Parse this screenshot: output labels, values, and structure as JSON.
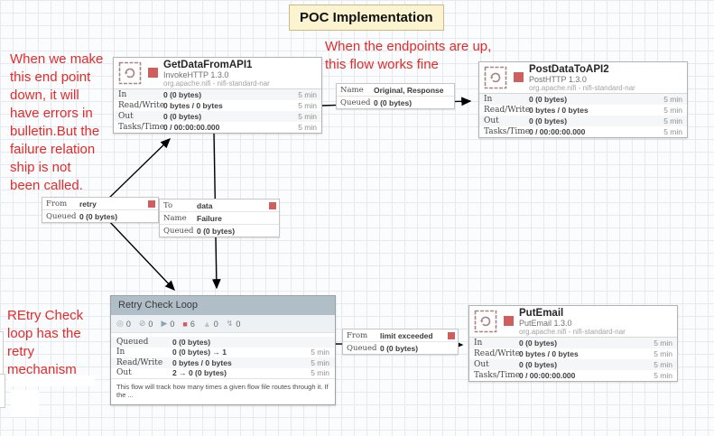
{
  "title_label": {
    "text": "POC Implementation"
  },
  "annotations": [
    {
      "text": "When we make\nthis end point\ndown, it will\nhave errors in\nbulletin.But the\nfailure relation\nship is not\nbeen called."
    },
    {
      "text": "When the endpoints are up,\nthis flow works fine"
    },
    {
      "text": "REtry Check\nloop has the\nretry\nmechanism"
    }
  ],
  "stats_labels": {
    "in": "In",
    "read_write": "Read/Write",
    "out": "Out",
    "tasks_time": "Tasks/Time",
    "queued": "Queued",
    "window": "5 min"
  },
  "processors": [
    {
      "name": "GetDataFromAPI1",
      "type": "InvokeHTTP 1.3.0",
      "bundle": "org.apache.nifi - nifi-standard-nar",
      "stats": {
        "in": "0 (0 bytes)",
        "read_write": "0 bytes / 0 bytes",
        "out": "0 (0 bytes)",
        "tasks_time": "0 / 00:00:00.000"
      }
    },
    {
      "name": "PostDataToAPI2",
      "type": "PostHTTP 1.3.0",
      "bundle": "org.apache.nifi - nifi-standard-nar",
      "stats": {
        "in": "0 (0 bytes)",
        "read_write": "0 bytes / 0 bytes",
        "out": "0 (0 bytes)",
        "tasks_time": "0 / 00:00:00.000"
      }
    },
    {
      "name": "PutEmail",
      "type": "PutEmail 1.3.0",
      "bundle": "org.apache.nifi - nifi-standard-nar",
      "stats": {
        "in": "0 (0 bytes)",
        "read_write": "0 bytes / 0 bytes",
        "out": "0 (0 bytes)",
        "tasks_time": "0 / 00:00:00.000"
      }
    }
  ],
  "process_group": {
    "name": "Retry Check Loop",
    "counters": [
      {
        "name": "transmitting-icon",
        "glyph": "◎",
        "value": "0"
      },
      {
        "name": "not-transmitting-icon",
        "glyph": "⊘",
        "value": "0"
      },
      {
        "name": "running-icon",
        "glyph": "▶",
        "value": "0"
      },
      {
        "name": "stopped-icon",
        "glyph": "■",
        "value": "6"
      },
      {
        "name": "invalid-icon",
        "glyph": "▲",
        "value": "0"
      },
      {
        "name": "disabled-icon",
        "glyph": "↯",
        "value": "0"
      }
    ],
    "stats": {
      "queued": "0 (0 bytes)",
      "in": "0 (0 bytes) → 1",
      "read_write": "0 bytes / 0 bytes",
      "out": "2 → 0 (0 bytes)"
    },
    "comment": "This flow will track how many times a given flow file routes through it. If the ..."
  },
  "connections": [
    {
      "rows": [
        {
          "label": "Name",
          "value": "Original, Response"
        },
        {
          "label": "Queued",
          "value": "0 (0 bytes)"
        }
      ]
    },
    {
      "rows": [
        {
          "label": "From",
          "value": "retry"
        },
        {
          "label": "Queued",
          "value": "0 (0 bytes)"
        }
      ]
    },
    {
      "rows": [
        {
          "label": "To",
          "value": "data"
        },
        {
          "label": "Name",
          "value": "Failure"
        },
        {
          "label": "Queued",
          "value": "0 (0 bytes)"
        }
      ]
    },
    {
      "rows": [
        {
          "label": "From",
          "value": "limit exceeded"
        },
        {
          "label": "Queued",
          "value": "0 (0 bytes)"
        }
      ]
    }
  ],
  "colors": {
    "annotation_red": "#e42b2b",
    "stopped_red": "#cf5f5f",
    "pg_header": "#b0bfc7",
    "label_yellow": "#fcf3d1",
    "icon_rose": "#a98484"
  }
}
